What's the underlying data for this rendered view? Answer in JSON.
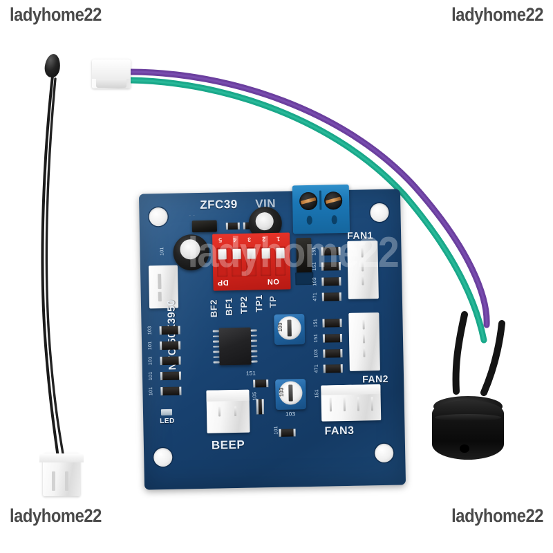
{
  "image": {
    "subject": "PWM PC CPU Fan Temperature Control Speed Controller Module with NTC Thermistor Probe and Buzzer",
    "background_color": "#ffffff"
  },
  "watermarks": {
    "text": "ladyhome22",
    "color": "#4a4a4a",
    "center_text": "ladyhome22",
    "positions": [
      "top-left",
      "top-right",
      "bottom-left",
      "bottom-right",
      "center-overlay"
    ]
  },
  "pcb": {
    "color": "#1f4d7d",
    "silkscreen_color": "#e8eef5",
    "labels": {
      "model": "ZFC39",
      "vin": "VIN",
      "ntc": "NTC-50K3950",
      "beep": "BEEP",
      "led": "LED",
      "fan1": "FAN1",
      "fan2": "FAN2",
      "fan3": "FAN3",
      "tp1": "TP1",
      "tp2": "TP2",
      "bf1": "BF1",
      "bf2": "BF2"
    },
    "dip_switch": {
      "color": "#d3251d",
      "numbers": [
        "5",
        "4",
        "3",
        "2",
        "1"
      ],
      "label_left": "DP",
      "label_right": "ON",
      "positions": 5
    },
    "terminal_block": {
      "color": "#1b77b6",
      "positions": 2,
      "label": "VIN"
    },
    "trimmers": [
      {
        "marking": "103",
        "silkscreen": "103"
      },
      {
        "marking": "103",
        "silkscreen": "103"
      }
    ],
    "resistor_codes_left": [
      "103",
      "101",
      "101",
      "101",
      "101",
      "103",
      "103",
      "103",
      "103"
    ],
    "resistor_codes_right": [
      "151",
      "151",
      "151",
      "151",
      "103",
      "103",
      "471",
      "471",
      "151",
      "151"
    ],
    "ic_marking": "151",
    "mounting_holes": 4
  },
  "thermistor": {
    "name": "NTC 50K 3950 temperature probe",
    "bead_color": "#141414",
    "wire_color": "#1b1b1b",
    "connector_color": "#f2f2f2",
    "connector_pins": 2
  },
  "buzzer": {
    "name": "passive buzzer",
    "body_color": "#121212",
    "wires": [
      {
        "name": "purple-wire",
        "color": "#6b3f9e"
      },
      {
        "name": "green-wire",
        "color": "#1aa88a"
      }
    ],
    "connector_color": "#f4f4f4",
    "connector_pins": 2
  }
}
